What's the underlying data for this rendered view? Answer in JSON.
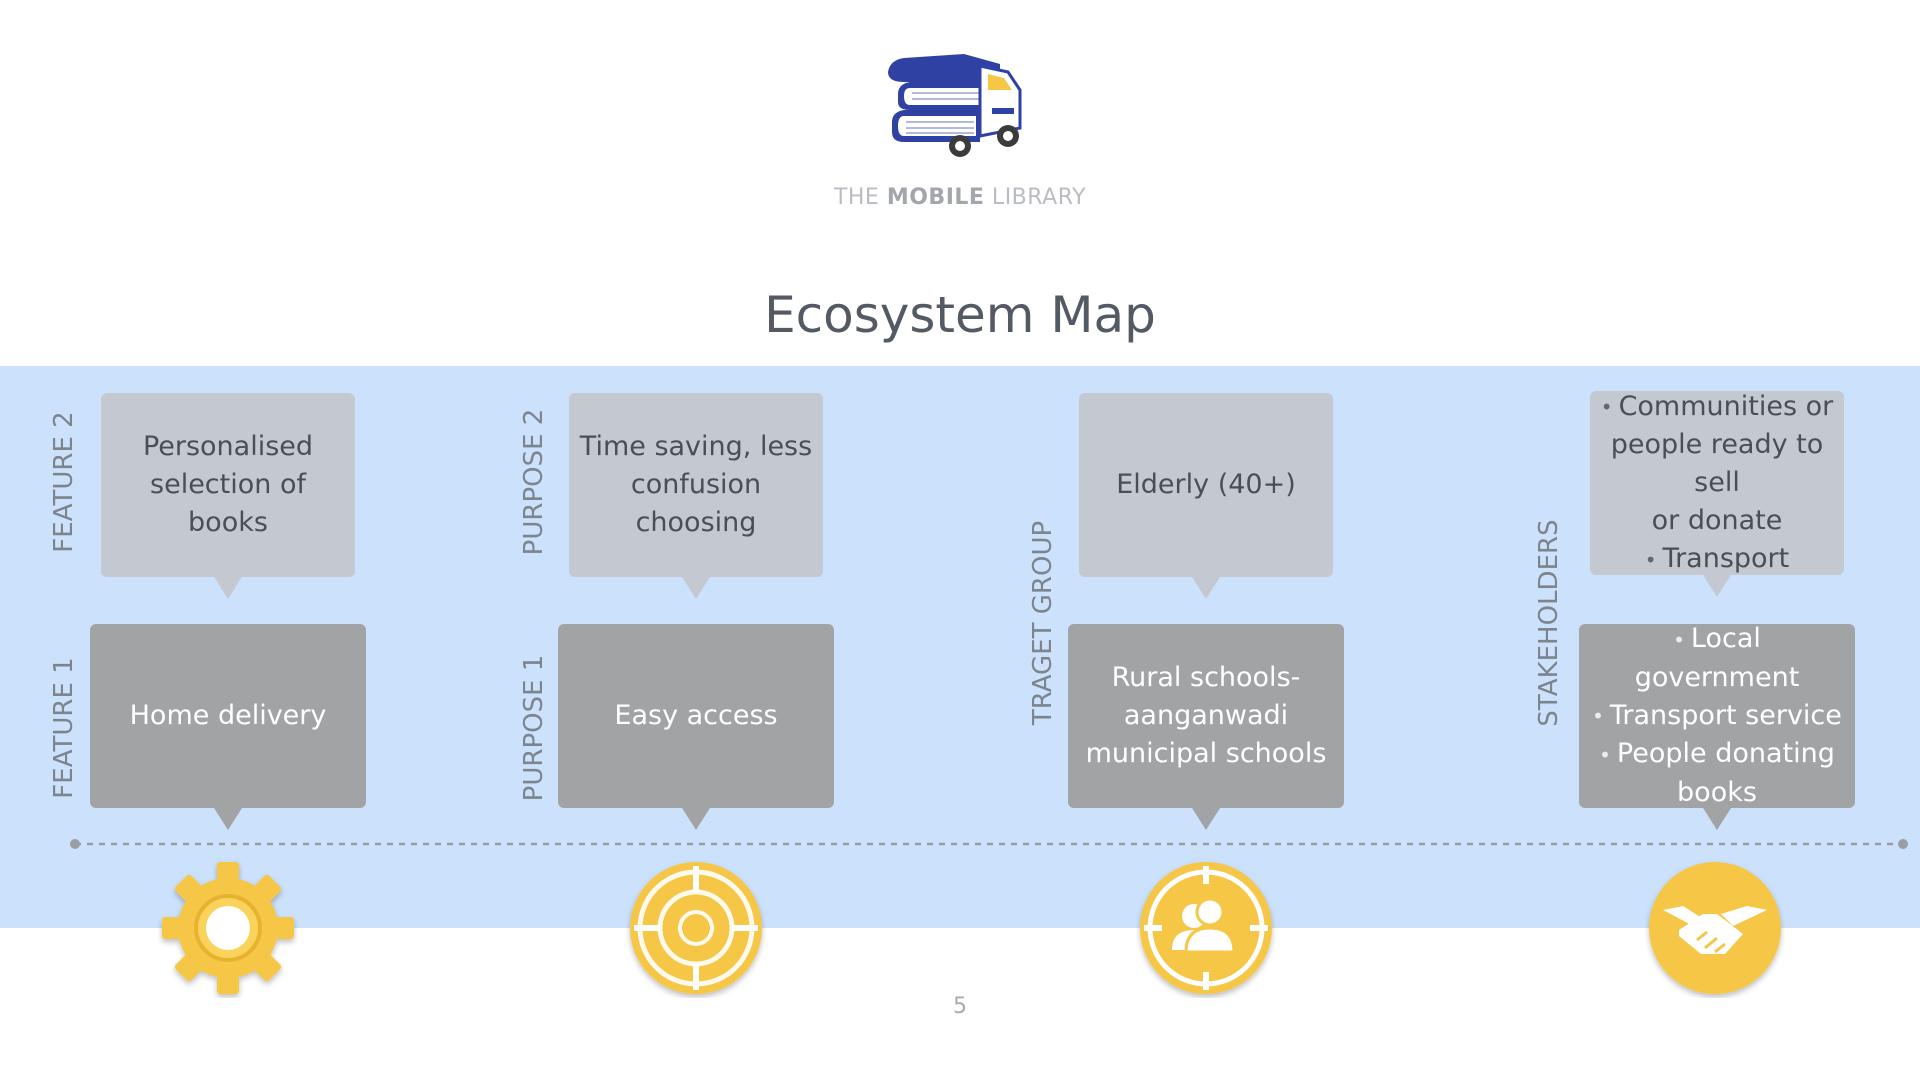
{
  "logo": {
    "prefix": "THE ",
    "bold": "MOBILE",
    "suffix": " LIBRARY",
    "icon": "book-truck-icon",
    "colors": {
      "books": "#2f42a3",
      "pages": "#ffffff",
      "flag": "#f6c646"
    }
  },
  "title": "Ecosystem Map",
  "columns": [
    {
      "label_top": "FEATURE 2",
      "label_bottom": "FEATURE 1",
      "top_card": [
        "Personalised",
        "selection of books"
      ],
      "bottom_card": [
        "Home delivery"
      ],
      "icon": "gear-icon"
    },
    {
      "label_top": "PURPOSE 2",
      "label_bottom": "PURPOSE 1",
      "top_card": [
        "Time saving, less",
        "confusion choosing"
      ],
      "bottom_card": [
        "Easy access"
      ],
      "icon": "target-icon"
    },
    {
      "label": "TRAGET GROUP",
      "top_card": [
        "Elderly (40+)"
      ],
      "bottom_card": [
        "Rural schools-",
        "aanganwadi",
        "municipal schools"
      ],
      "icon": "people-target-icon"
    },
    {
      "label": "STAKEHOLDERS",
      "top_bullets": [
        {
          "bullet": true,
          "text": "Communities or"
        },
        {
          "bullet": false,
          "text": "people ready to sell"
        },
        {
          "bullet": false,
          "text": "or donate"
        },
        {
          "bullet": true,
          "text": "Transport"
        }
      ],
      "bottom_bullets": [
        {
          "bullet": true,
          "text": "Local government"
        },
        {
          "bullet": true,
          "text": "Transport service"
        },
        {
          "bullet": true,
          "text": "People donating"
        },
        {
          "bullet": false,
          "text": "books"
        }
      ],
      "icon": "handshake-icon"
    }
  ],
  "page_number": "5",
  "colors": {
    "band": "#cce2fc",
    "card_top": "#c4c9d1",
    "card_bottom": "#a1a3a5",
    "icon_yellow": "#f6c646",
    "timeline": "#9a9ea4"
  }
}
